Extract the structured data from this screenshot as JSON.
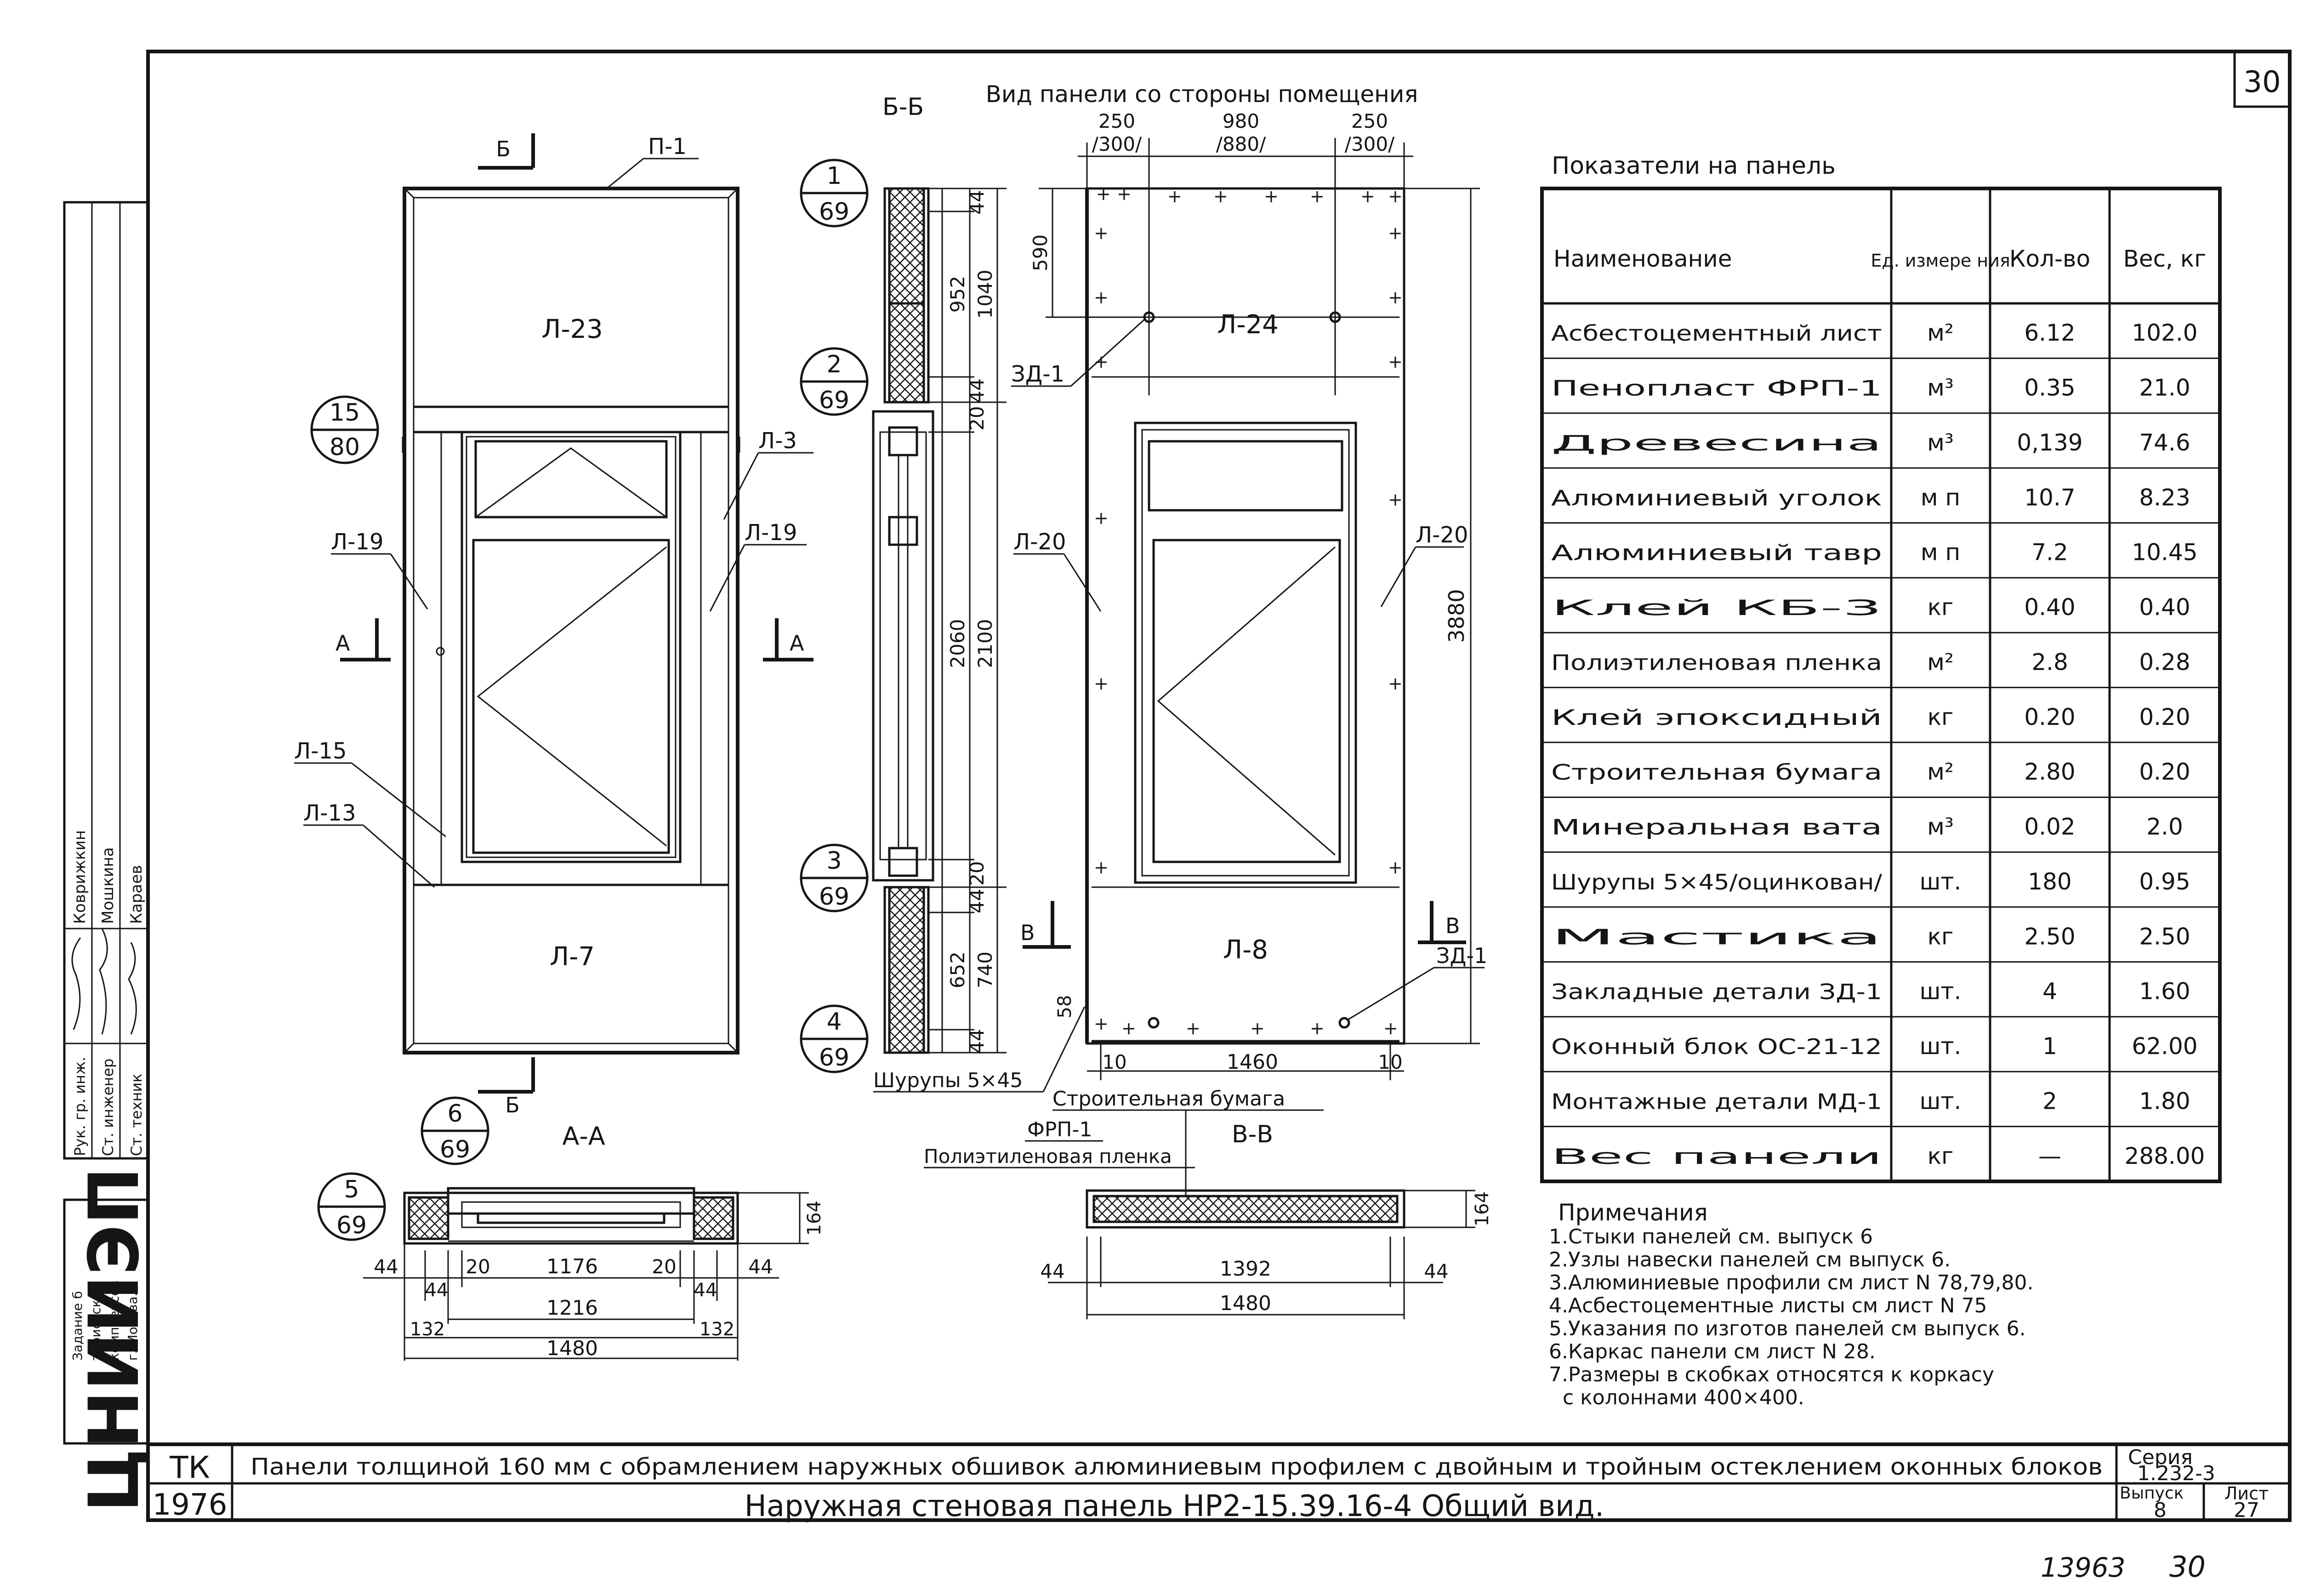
{
  "sheet": {
    "number": "30",
    "bottom_numbers": [
      "13963",
      "30"
    ]
  },
  "views": {
    "interior_title": "Вид панели со стороны помещения",
    "section_bb": "Б-Б",
    "section_aa": "А-А",
    "section_vv": "В-В",
    "cut_marks": {
      "b": "Б",
      "a": "А",
      "v": "В"
    }
  },
  "panel_left": {
    "parts": [
      "Л-23",
      "Л-7",
      "Л-19",
      "Л-19",
      "Л-3",
      "Л-15",
      "Л-13",
      "П-1"
    ]
  },
  "panel_right": {
    "parts": [
      "Л-24",
      "Л-8",
      "Л-20",
      "Л-20",
      "ЗД-1",
      "ЗД-1"
    ],
    "top_dims": [
      "250",
      "/300/",
      "980",
      "/880/",
      "250",
      "/300/"
    ],
    "left_dims": [
      "590",
      "58"
    ],
    "height_dim": "3880",
    "bottom_dims": [
      "10",
      "1460",
      "10"
    ]
  },
  "section_bb_dims": [
    "44",
    "952",
    "1040",
    "44",
    "20",
    "2060",
    "2100",
    "20",
    "44",
    "652",
    "740",
    "44"
  ],
  "callouts": [
    {
      "top": "1",
      "bottom": "69"
    },
    {
      "top": "2",
      "bottom": "69"
    },
    {
      "top": "3",
      "bottom": "69"
    },
    {
      "top": "4",
      "bottom": "69"
    },
    {
      "top": "15",
      "bottom": "80"
    },
    {
      "top": "6",
      "bottom": "69"
    },
    {
      "top": "5",
      "bottom": "69"
    }
  ],
  "material_labels": [
    "Шурупы 5×45",
    "Строительная бумага",
    "ФРП-1",
    "Полиэтиленовая пленка"
  ],
  "section_aa_dims": [
    "44",
    "20",
    "1176",
    "20",
    "44",
    "44",
    "44",
    "1216",
    "132",
    "132",
    "1480",
    "164"
  ],
  "section_vv_dims": [
    "44",
    "1392",
    "44",
    "1480",
    "164"
  ],
  "indicators": {
    "title": "Показатели на панель",
    "headers": [
      "Наименование",
      "Ед. измере ния",
      "Кол-во",
      "Вес, кг"
    ],
    "rows": [
      [
        "Асбестоцементный лист",
        "м²",
        "6.12",
        "102.0"
      ],
      [
        "Пенопласт ФРП-1",
        "м³",
        "0.35",
        "21.0"
      ],
      [
        "Древесина",
        "м³",
        "0,139",
        "74.6"
      ],
      [
        "Алюминиевый уголок",
        "м п",
        "10.7",
        "8.23"
      ],
      [
        "Алюминиевый тавр",
        "м п",
        "7.2",
        "10.45"
      ],
      [
        "Клей КБ-3",
        "кг",
        "0.40",
        "0.40"
      ],
      [
        "Полиэтиленовая пленка",
        "м²",
        "2.8",
        "0.28"
      ],
      [
        "Клей эпоксидный",
        "кг",
        "0.20",
        "0.20"
      ],
      [
        "Строительная бумага",
        "м²",
        "2.80",
        "0.20"
      ],
      [
        "Минеральная вата",
        "м³",
        "0.02",
        "2.0"
      ],
      [
        "Шурупы 5×45/оцинкован/",
        "шт.",
        "180",
        "0.95"
      ],
      [
        "Мастика",
        "кг",
        "2.50",
        "2.50"
      ],
      [
        "Закладные детали ЗД-1",
        "шт.",
        "4",
        "1.60"
      ],
      [
        "Оконный блок ОС-21-12",
        "шт.",
        "1",
        "62.00"
      ],
      [
        "Монтажные детали МД-1",
        "шт.",
        "2",
        "1.80"
      ],
      [
        "Вес панели",
        "кг",
        "—",
        "288.00"
      ]
    ]
  },
  "notes": {
    "title": "Примечания",
    "items": [
      "1.Стыки панелей см. выпуск 6",
      "2.Узлы навески панелей см выпуск 6.",
      "3.Алюминиевые профили см лист N 78,79,80.",
      "4.Асбестоцементные листы см лист N 75",
      "5.Указания по изготов панелей см выпуск 6.",
      "6.Каркас панели см лист N 28.",
      "7.Размеры в скобках относятся к коркасу",
      "с колоннами 400×400."
    ]
  },
  "title_block": {
    "code": "ТК",
    "year": "1976",
    "description": "Панели толщиной 160 мм с обрамлением наружных обшивок алюминиевым профилем с двойным и тройным остеклением оконных блоков",
    "title": "Наружная стеновая панель НР2-15.39.16-4 Общий вид.",
    "series_label": "Серия",
    "series_value": "1.232-3",
    "issue_label": "Выпуск",
    "issue_value": "8",
    "sheet_label": "Лист",
    "sheet_value": "27"
  },
  "stamp": {
    "roles": [
      "Рук. гр. инж.",
      "Ст. инженер",
      "Ст. техник"
    ],
    "names": [
      "Коврижкин",
      "Мошкина",
      "Караев"
    ],
    "org": [
      "Задание б",
      "туристских",
      "комплексов",
      "г. Москва."
    ],
    "logo": "ЦНИИЭП"
  },
  "colors": {
    "ink": "#151515",
    "paper": "#ffffff"
  }
}
